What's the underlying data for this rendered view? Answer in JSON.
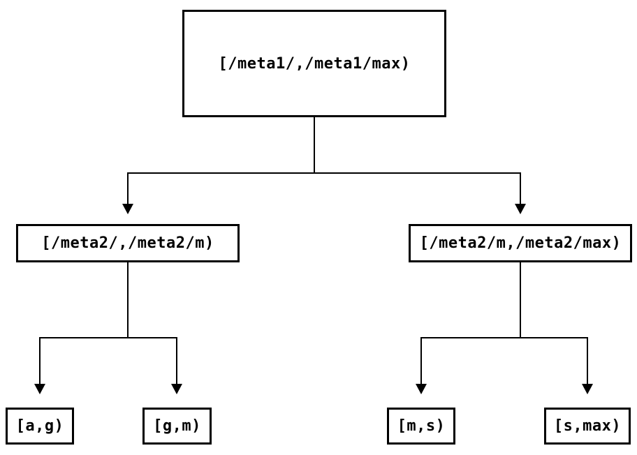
{
  "diagram": {
    "title": "interval-partition-tree",
    "background_color": "#ffffff",
    "line_color": "#000000",
    "text_color": "#000000",
    "root": {
      "label": "[/meta1/,/meta1/max)"
    },
    "level2": [
      {
        "id": "meta2-left",
        "label": "[/meta2/,/meta2/m)"
      },
      {
        "id": "meta2-right",
        "label": "[/meta2/m,/meta2/max)"
      }
    ],
    "leaves": [
      {
        "id": "leaf-a-g",
        "label": "[a,g)"
      },
      {
        "id": "leaf-g-m",
        "label": "[g,m)"
      },
      {
        "id": "leaf-m-s",
        "label": "[m,s)"
      },
      {
        "id": "leaf-s-max",
        "label": "[s,max)"
      }
    ]
  }
}
